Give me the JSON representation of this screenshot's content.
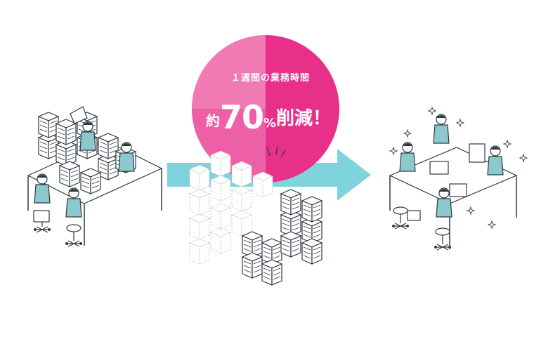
{
  "badge": {
    "headline": "１週間の業務時間",
    "prefix": "約",
    "number": "70",
    "unit": "%",
    "suffix": "削減！"
  },
  "colors": {
    "pink_light": "#f07ab4",
    "pink_dark": "#e8308a",
    "teal": "#7fd3dc",
    "teal_person": "#8cc9ce",
    "line": "#2e3a40"
  },
  "icons": {
    "left": "busy-office-with-paper-stacks",
    "center": "shrinking-paper-stacks",
    "right": "relaxed-office-handshake",
    "arrow": "right-arrow"
  },
  "reduction_percent": 70
}
